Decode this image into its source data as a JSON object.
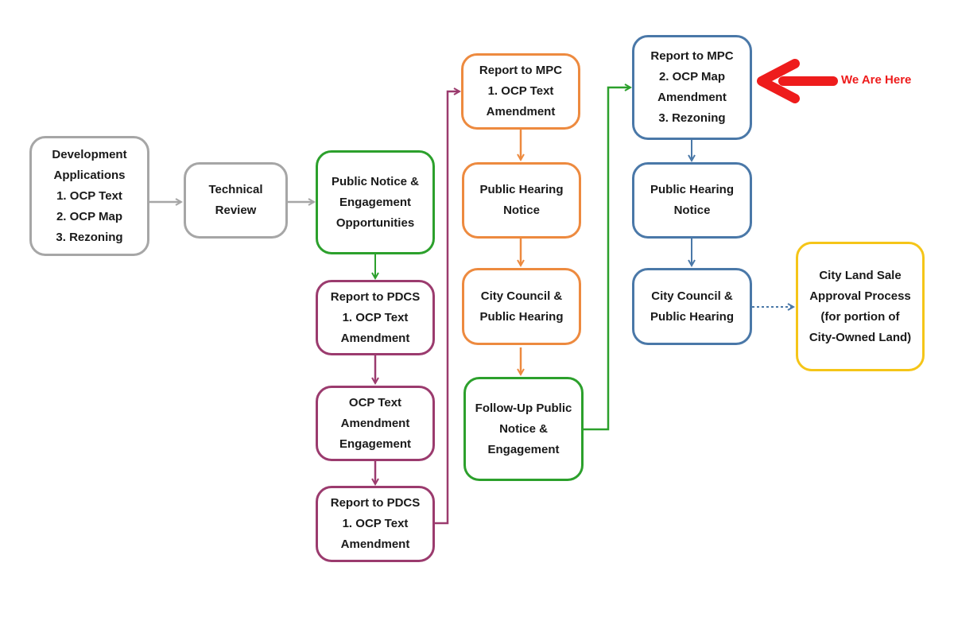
{
  "nodes": {
    "dev_applications": {
      "lines": [
        "Development",
        "Applications",
        "1. OCP Text",
        "2. OCP Map",
        "3. Rezoning"
      ]
    },
    "technical_review": {
      "lines": [
        "Technical",
        "Review"
      ]
    },
    "public_notice_engagement": {
      "lines": [
        "Public Notice &",
        "Engagement",
        "Opportunities"
      ]
    },
    "report_pdcs_1": {
      "lines": [
        "Report to PDCS",
        "1. OCP Text",
        "Amendment"
      ]
    },
    "ocp_text_engagement": {
      "lines": [
        "OCP Text",
        "Amendment",
        "Engagement"
      ]
    },
    "report_pdcs_2": {
      "lines": [
        "Report to PDCS",
        "1. OCP Text",
        "Amendment"
      ]
    },
    "report_mpc_1": {
      "lines": [
        "Report to MPC",
        "1. OCP Text",
        "Amendment"
      ]
    },
    "public_hearing_notice_1": {
      "lines": [
        "Public Hearing",
        "Notice"
      ]
    },
    "council_hearing_1": {
      "lines": [
        "City Council &",
        "Public Hearing"
      ]
    },
    "follow_up": {
      "lines": [
        "Follow-Up Public",
        "Notice &",
        "Engagement"
      ]
    },
    "report_mpc_2": {
      "lines": [
        "Report to MPC",
        "2. OCP Map",
        "Amendment",
        "3. Rezoning"
      ]
    },
    "public_hearing_notice_2": {
      "lines": [
        "Public Hearing",
        "Notice"
      ]
    },
    "council_hearing_2": {
      "lines": [
        "City Council &",
        "Public Hearing"
      ]
    },
    "land_sale": {
      "lines": [
        "City Land Sale",
        "Approval Process",
        "(for portion of",
        "City-Owned Land)"
      ]
    }
  },
  "marker": {
    "label": "We Are Here"
  },
  "colors": {
    "gray": "#a6a6a6",
    "green": "#2ca02c",
    "purple": "#9b3b6e",
    "orange": "#ed8a3f",
    "blue": "#4a78a8",
    "yellow": "#f5c518",
    "marker": "#ee1c1c"
  }
}
